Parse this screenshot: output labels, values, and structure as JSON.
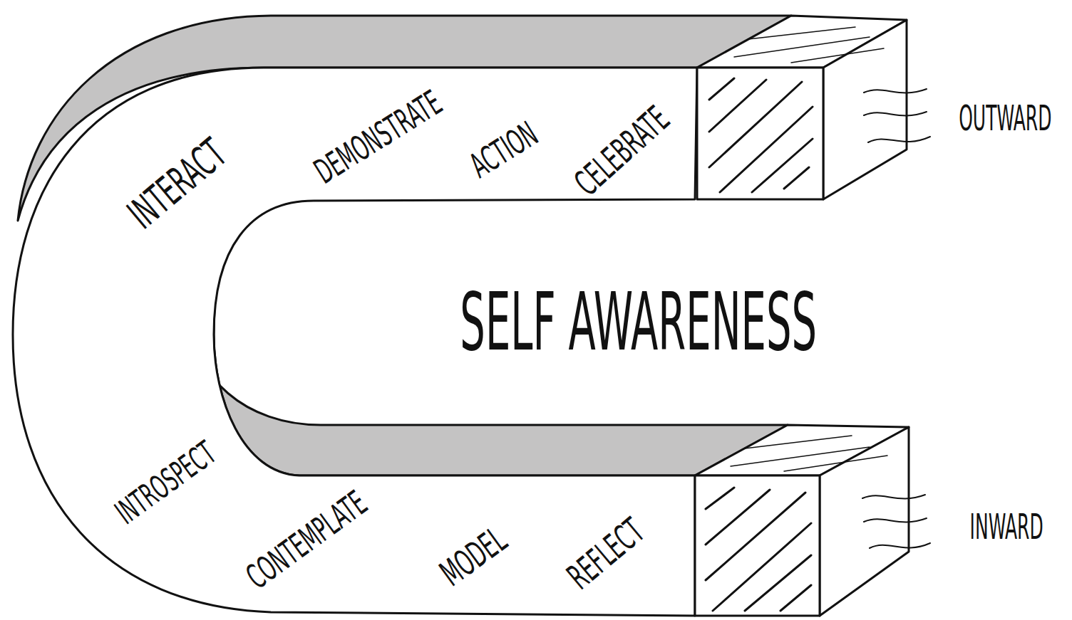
{
  "diagram": {
    "title": "SELF AWARENESS",
    "labels": [
      "INTERACT",
      "DEMONSTRATE",
      "ACTION",
      "CELEBRATE",
      "OUTWARD",
      "INTROSPECT",
      "CONTEMPLATE",
      "MODEL",
      "REFLECT",
      "INWARD"
    ]
  }
}
